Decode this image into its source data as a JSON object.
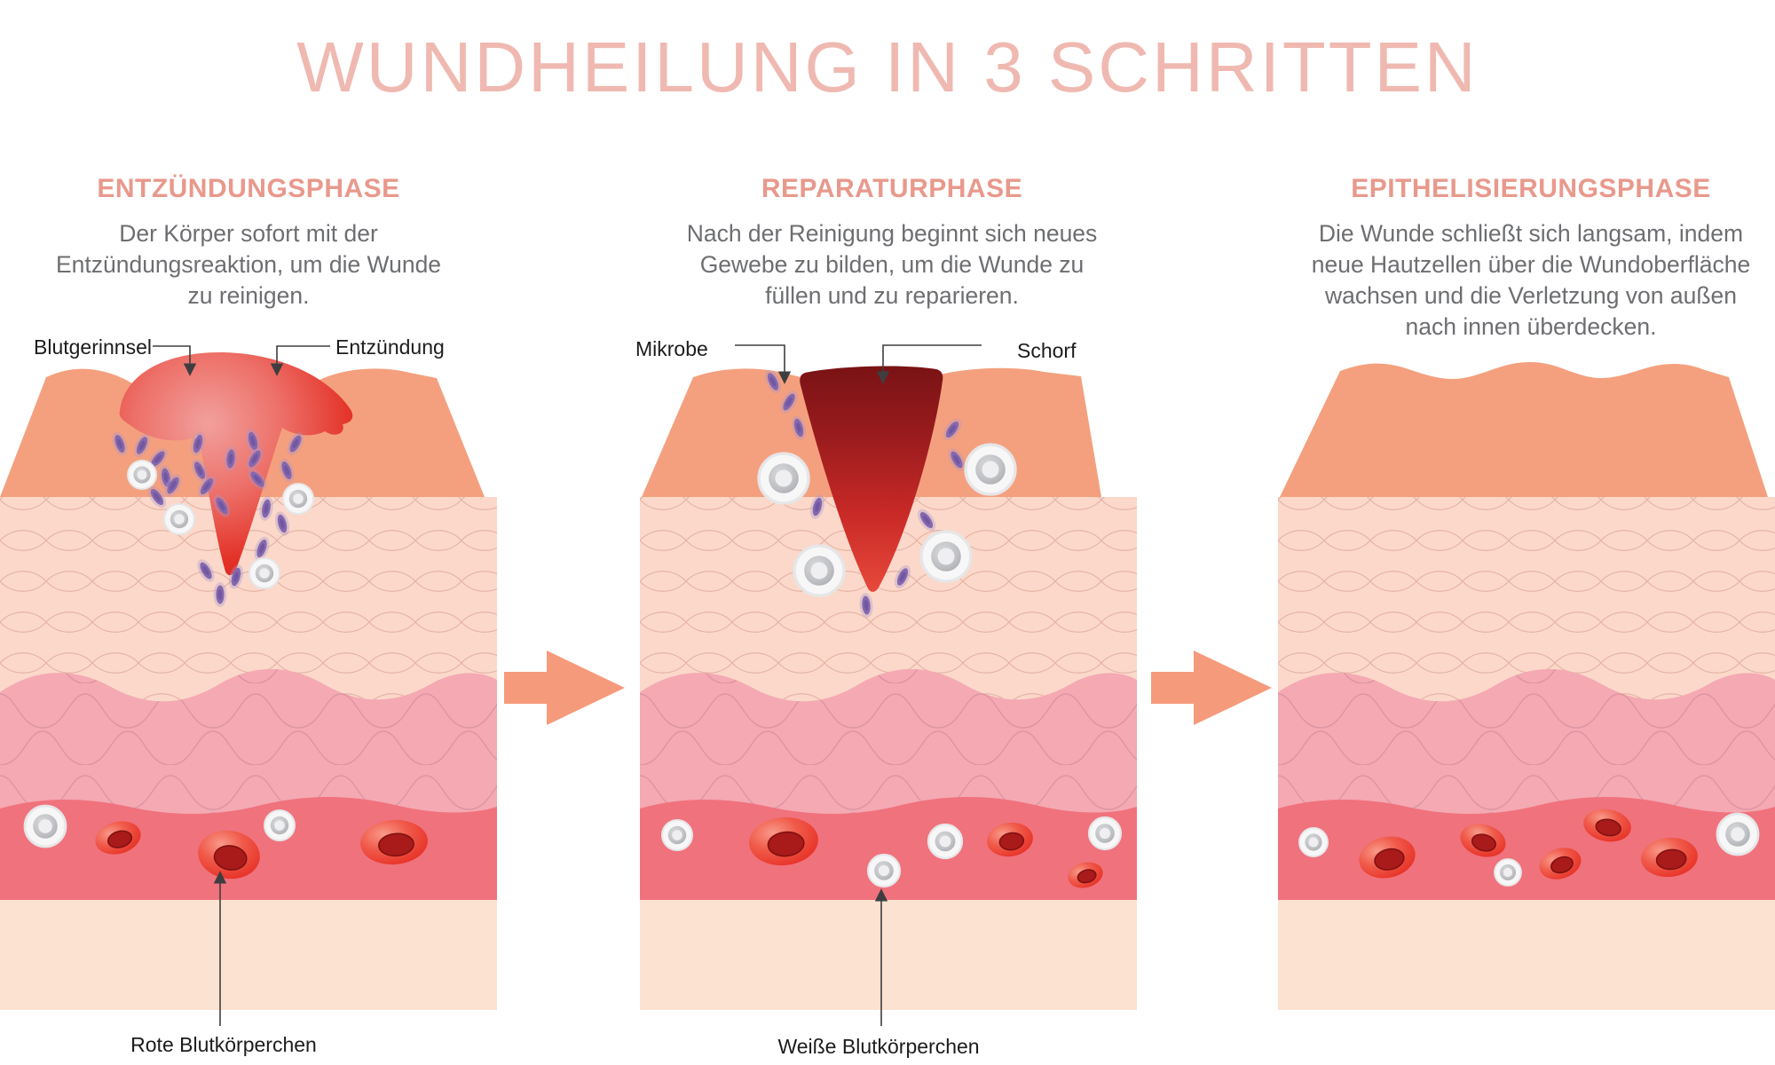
{
  "title": "WUNDHEILUNG IN 3 SCHRITTEN",
  "steps": [
    {
      "heading": "ENTZÜNDUNGSPHASE",
      "description_lines": [
        "Der Körper sofort mit der",
        "Entzündungsreaktion, um die Wunde",
        "zu reinigen."
      ],
      "label_left": "Blutgerinnsel",
      "label_right": "Entzündung",
      "label_bottom": "Rote Blutkörperchen"
    },
    {
      "heading": "REPARATURPHASE",
      "description_lines": [
        "Nach der Reinigung beginnt sich neues",
        "Gewebe zu bilden, um die Wunde zu",
        "füllen und zu reparieren."
      ],
      "label_left": "Mikrobe",
      "label_right": "Schorf",
      "label_bottom": "Weiße Blutkörperchen"
    },
    {
      "heading": "EPITHELISIERUNGSPHASE",
      "description_lines": [
        "Die Wunde schließt sich langsam, indem",
        "neue Hautzellen über die Wundoberfläche",
        "wachsen und die Verletzung von außen",
        "nach innen überdecken."
      ]
    }
  ],
  "colors": {
    "title": "#EFB9B1",
    "heading": "#E8998C",
    "body_text": "#6D6E71",
    "label_text": "#1C1C1E",
    "arrow": "#F59B7C",
    "epidermis": "#F4A07E",
    "dermis": "#FBD8CA",
    "reticular_layer": "#F4A9B3",
    "blood_vessel": "#F0727D",
    "subcutis": "#FCE2D1"
  }
}
